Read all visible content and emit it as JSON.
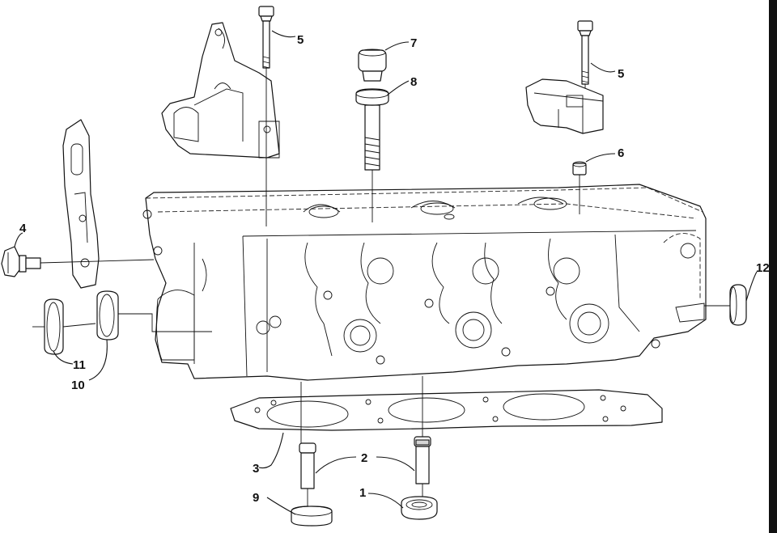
{
  "callouts": [
    {
      "id": "c1",
      "label": "1"
    },
    {
      "id": "c2",
      "label": "2"
    },
    {
      "id": "c3",
      "label": "3"
    },
    {
      "id": "c4",
      "label": "4"
    },
    {
      "id": "c5a",
      "label": "5"
    },
    {
      "id": "c5b",
      "label": "5"
    },
    {
      "id": "c6",
      "label": "6"
    },
    {
      "id": "c7",
      "label": "7"
    },
    {
      "id": "c8",
      "label": "8"
    },
    {
      "id": "c9",
      "label": "9"
    },
    {
      "id": "c10",
      "label": "10"
    },
    {
      "id": "c11",
      "label": "11"
    },
    {
      "id": "c12",
      "label": "12"
    }
  ],
  "colors": {
    "line": "#111111",
    "background": "#ffffff",
    "edge": "#111111"
  }
}
